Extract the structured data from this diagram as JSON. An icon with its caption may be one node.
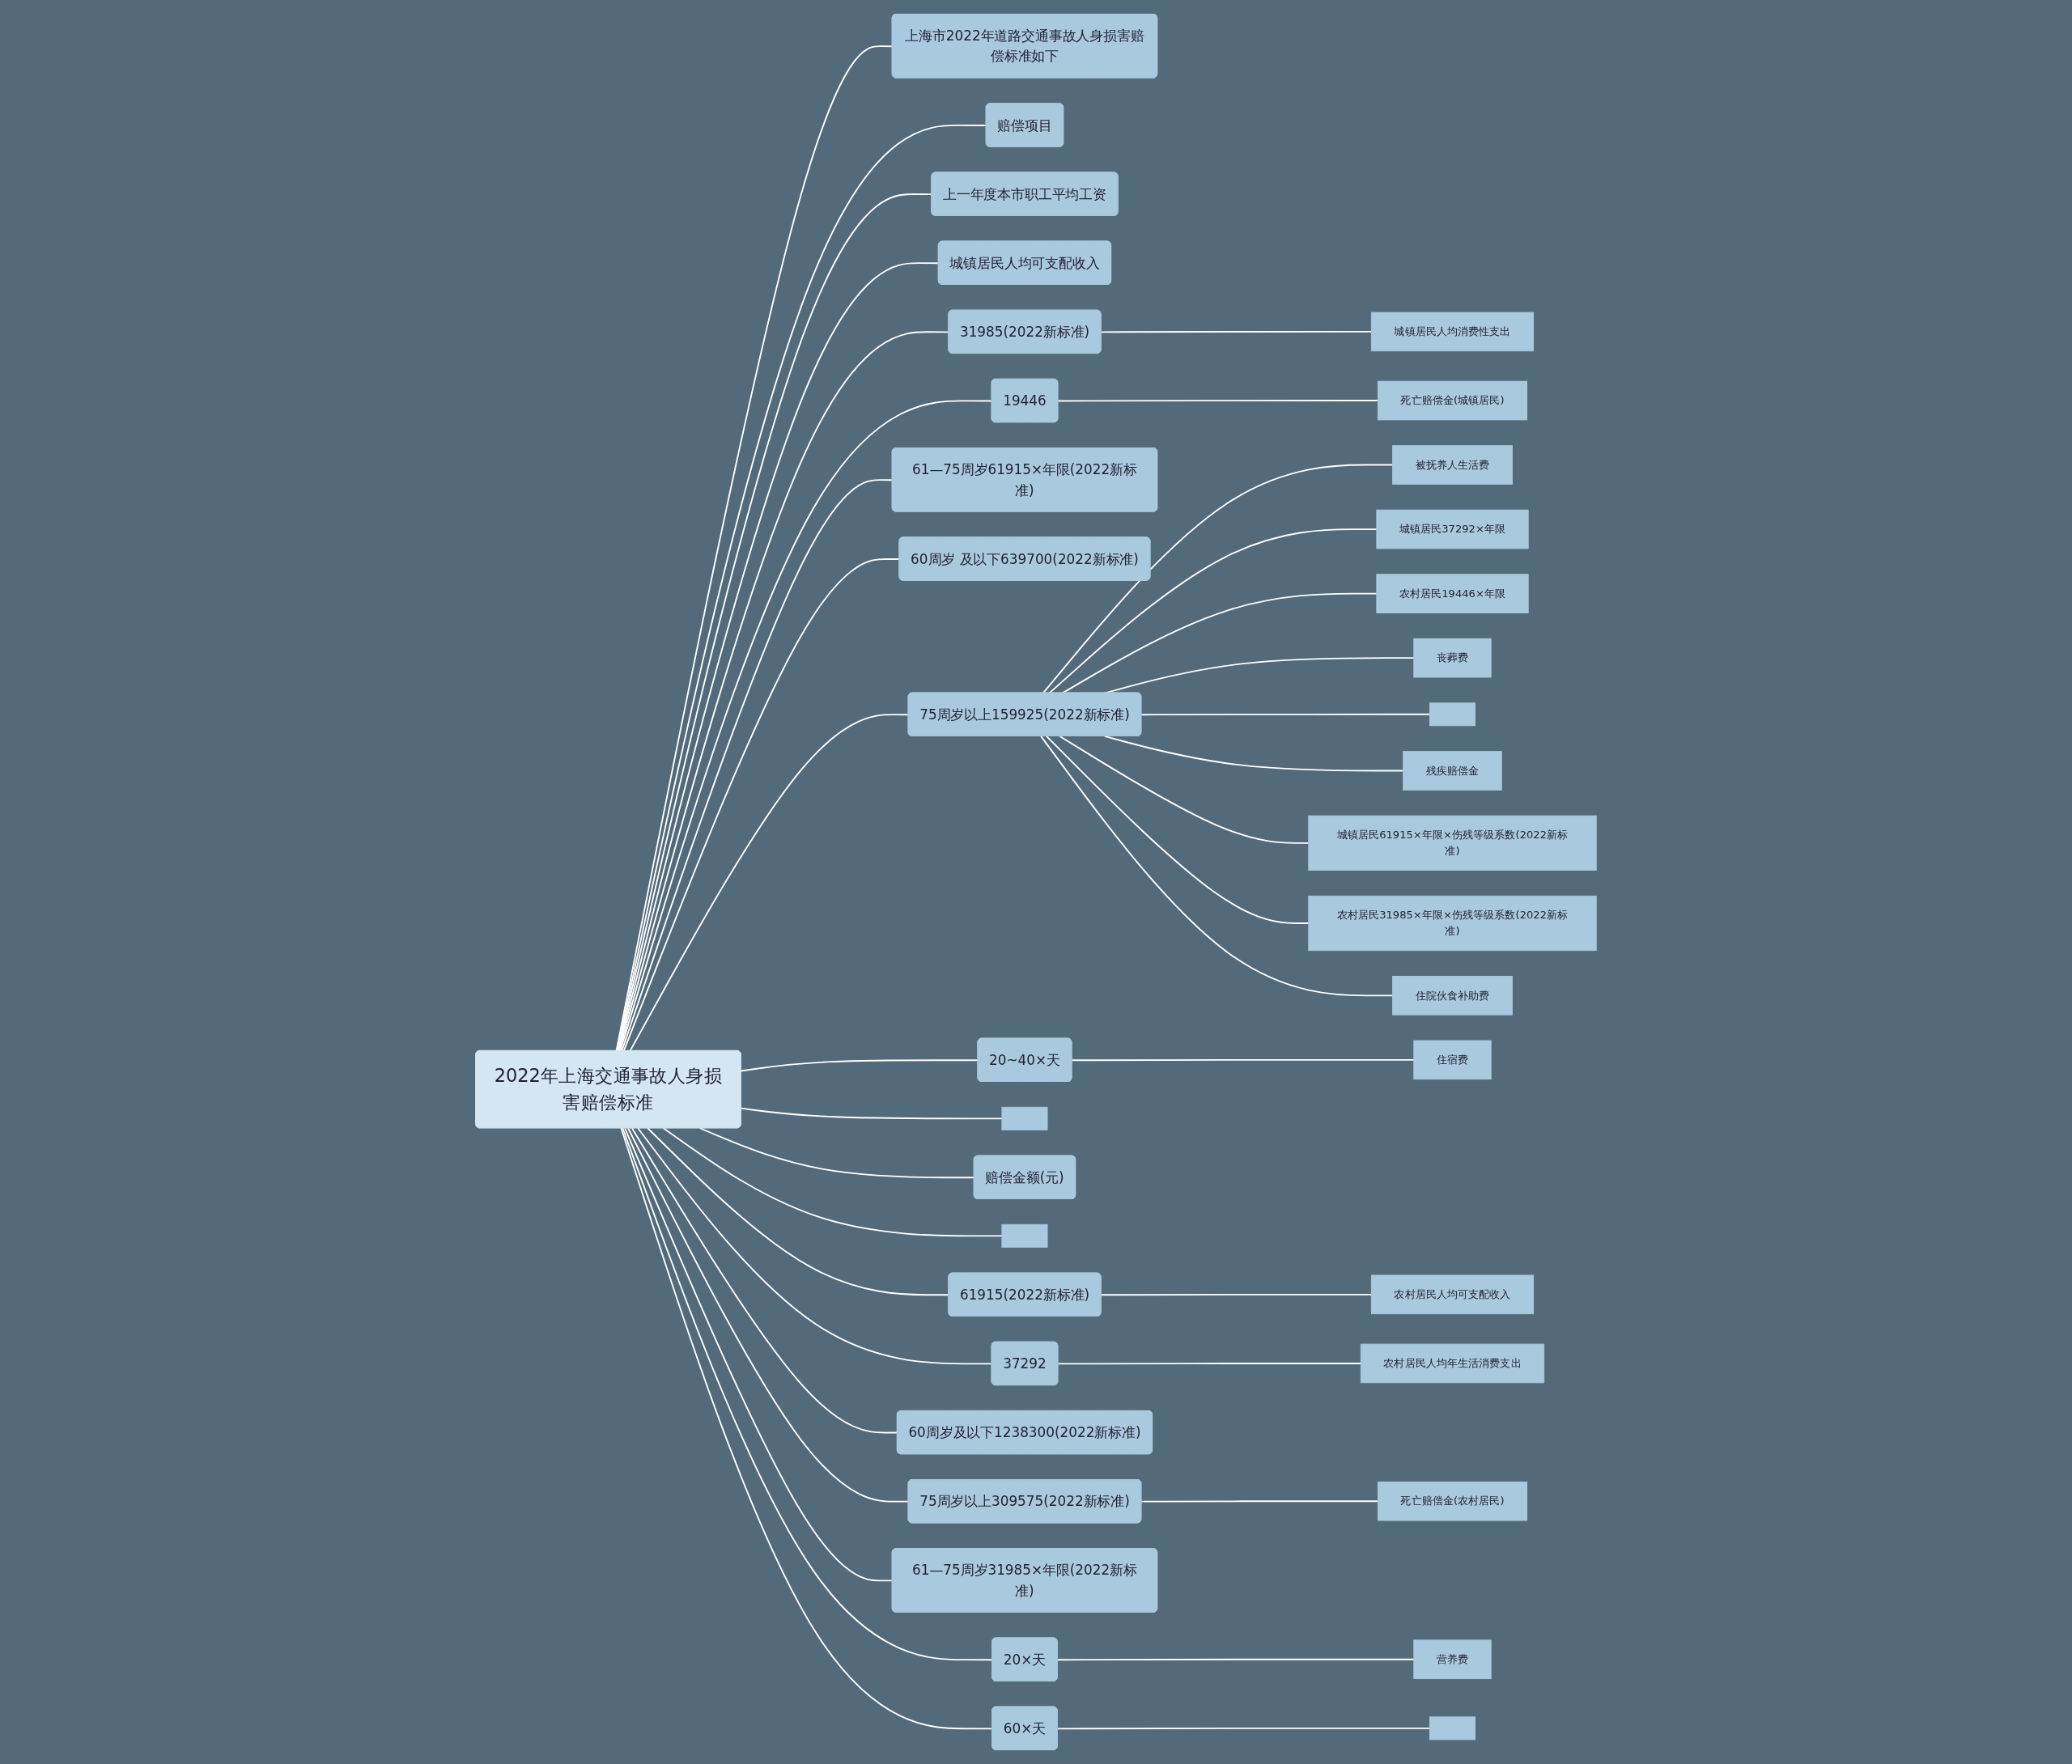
{
  "diagram": {
    "nodes": [
      {
        "text": [
          "2022年上海交通事故人身损害赔偿标准"
        ]
      },
      {
        "text": [
          "上海市2022年道路交通事故人身损害赔偿标准如下"
        ]
      },
      {
        "text": [
          "赔偿项目"
        ]
      },
      {
        "text": [
          "上一年度本市职工平均工资"
        ]
      },
      {
        "text": [
          "城镇居民人均可支配收入"
        ]
      },
      {
        "text": [
          "31985(2022新标准)"
        ]
      },
      {
        "text": [
          "城镇居民人均消费性支出"
        ]
      },
      {
        "text": [
          "19446"
        ]
      },
      {
        "text": [
          "死亡赔偿金(城镇居民)"
        ]
      },
      {
        "text": [
          "61—75周岁61915×年限(2022新标准)"
        ]
      },
      {
        "text": [
          "60周岁 及以下639700(2022新标准)"
        ]
      },
      {
        "text": [
          "75周岁以上159925(2022新标准)"
        ]
      },
      {
        "text": [
          "被抚养人生活费"
        ]
      },
      {
        "text": [
          "城镇居民37292×年限"
        ]
      },
      {
        "text": [
          "农村居民19446×年限"
        ]
      },
      {
        "text": [
          "丧葬费"
        ]
      },
      {
        "text": [],
        "shape": "box"
      },
      {
        "text": [
          "残疾赔偿金"
        ]
      },
      {
        "text": [
          "城镇居民61915×年限×伤残等级系数(2022新标准)"
        ]
      },
      {
        "text": [
          "农村居民31985×年限×伤残等级系数(2022新标准)"
        ]
      },
      {
        "text": [
          "住院伙食补助费"
        ]
      },
      {
        "text": [
          "20~40×天"
        ]
      },
      {
        "text": [
          "住宿费"
        ]
      },
      {
        "text": [],
        "shape": "box"
      },
      {
        "text": [
          "赔偿金额(元)"
        ]
      },
      {
        "text": [],
        "shape": "box"
      },
      {
        "text": [
          "61915(2022新标准)"
        ]
      },
      {
        "text": [
          "农村居民人均可支配收入"
        ]
      },
      {
        "text": [
          "37292"
        ]
      },
      {
        "text": [
          "农村居民人均年生活消费支出"
        ]
      },
      {
        "text": [
          "60周岁及以下1238300(2022新标准)"
        ]
      },
      {
        "text": [
          "75周岁以上309575(2022新标准)"
        ]
      },
      {
        "text": [
          "死亡赔偿金(农村居民)"
        ]
      },
      {
        "text": [
          "61—75周岁31985×年限(2022新标准)"
        ]
      },
      {
        "text": [
          "20×天"
        ]
      },
      {
        "text": [
          "营养费"
        ]
      },
      {
        "text": [
          "60×天"
        ]
      },
      {
        "text": [],
        "shape": "box"
      }
    ],
    "edges": [
      {
        "from": 0,
        "to": 1,
        "arrow": "none"
      },
      {
        "from": 0,
        "to": 2,
        "arrow": "none"
      },
      {
        "from": 0,
        "to": 3,
        "arrow": "none"
      },
      {
        "from": 0,
        "to": 4,
        "arrow": "none"
      },
      {
        "from": 0,
        "to": 5,
        "arrow": "none"
      },
      {
        "from": 5,
        "to": 6,
        "arrow": "none"
      },
      {
        "from": 0,
        "to": 7,
        "arrow": "none"
      },
      {
        "from": 7,
        "to": 8,
        "arrow": "none"
      },
      {
        "from": 0,
        "to": 9,
        "arrow": "none"
      },
      {
        "from": 0,
        "to": 10,
        "arrow": "none"
      },
      {
        "from": 0,
        "to": 11,
        "arrow": "none"
      },
      {
        "from": 11,
        "to": 12,
        "arrow": "none"
      },
      {
        "from": 11,
        "to": 13,
        "arrow": "none"
      },
      {
        "from": 11,
        "to": 14,
        "arrow": "none"
      },
      {
        "from": 11,
        "to": 15,
        "arrow": "none"
      },
      {
        "from": 11,
        "to": 16,
        "arrow": "none"
      },
      {
        "from": 11,
        "to": 17,
        "arrow": "none"
      },
      {
        "from": 11,
        "to": 18,
        "arrow": "none"
      },
      {
        "from": 11,
        "to": 19,
        "arrow": "none"
      },
      {
        "from": 11,
        "to": 20,
        "arrow": "none"
      },
      {
        "from": 0,
        "to": 21,
        "arrow": "none"
      },
      {
        "from": 21,
        "to": 22,
        "arrow": "none"
      },
      {
        "from": 0,
        "to": 23,
        "arrow": "none"
      },
      {
        "from": 0,
        "to": 24,
        "arrow": "none"
      },
      {
        "from": 0,
        "to": 25,
        "arrow": "none"
      },
      {
        "from": 0,
        "to": 26,
        "arrow": "none"
      },
      {
        "from": 26,
        "to": 27,
        "arrow": "none"
      },
      {
        "from": 0,
        "to": 28,
        "arrow": "none"
      },
      {
        "from": 28,
        "to": 29,
        "arrow": "none"
      },
      {
        "from": 0,
        "to": 30,
        "arrow": "none"
      },
      {
        "from": 0,
        "to": 31,
        "arrow": "none"
      },
      {
        "from": 31,
        "to": 32,
        "arrow": "none"
      },
      {
        "from": 0,
        "to": 33,
        "arrow": "none"
      },
      {
        "from": 0,
        "to": 34,
        "arrow": "none"
      },
      {
        "from": 34,
        "to": 35,
        "arrow": "none"
      },
      {
        "from": 0,
        "to": 36,
        "arrow": "none"
      },
      {
        "from": 36,
        "to": 37,
        "arrow": "none"
      }
    ]
  }
}
